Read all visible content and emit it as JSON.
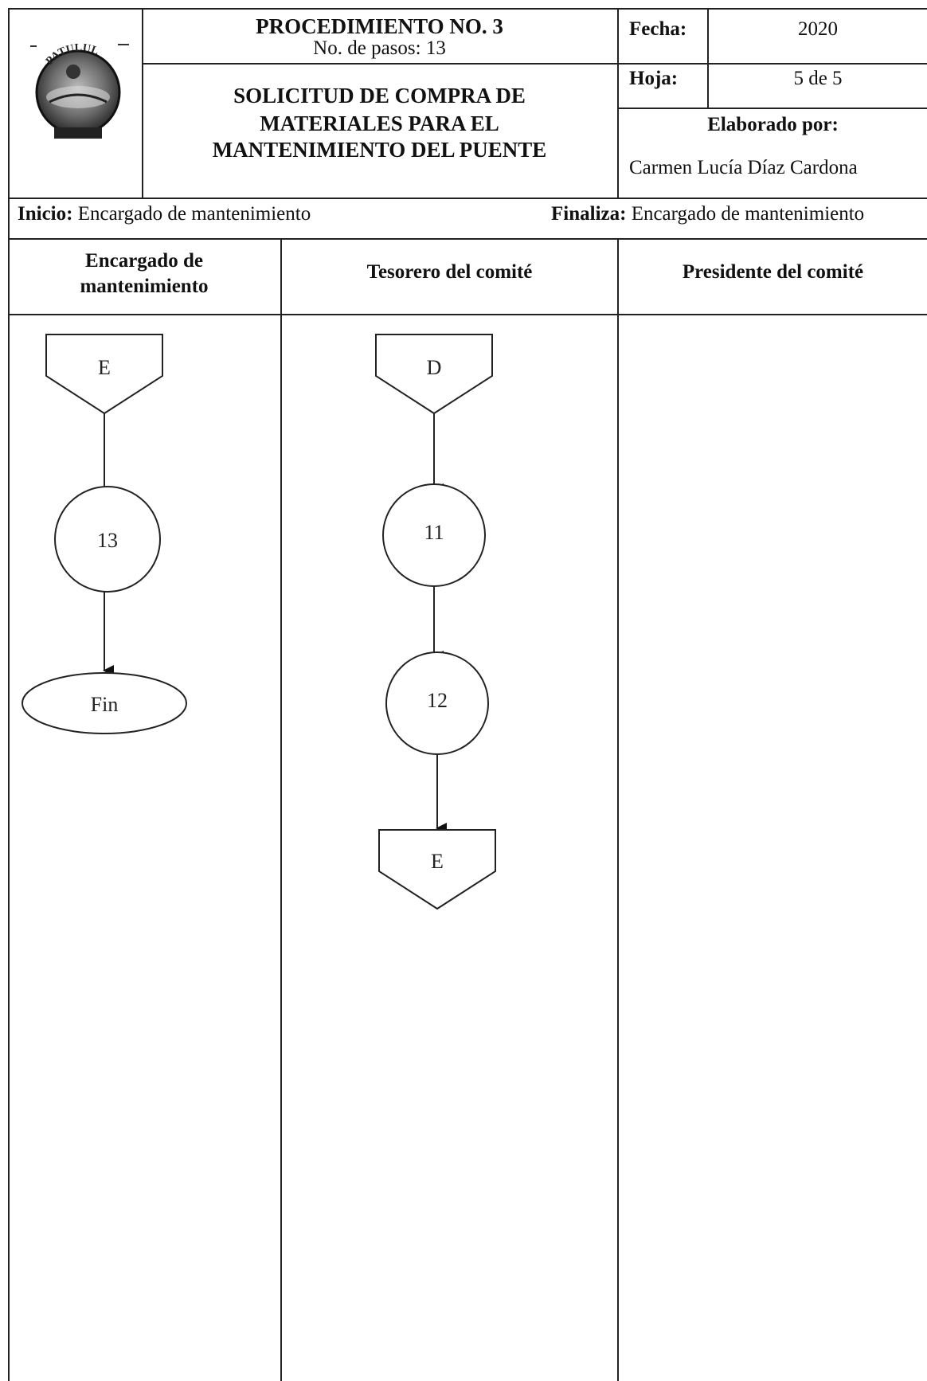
{
  "header": {
    "procedure_title": "PROCEDIMIENTO NO. 3",
    "steps_count": "No. de pasos: 13",
    "doc_title_line1": "SOLICITUD DE COMPRA DE",
    "doc_title_line2": "MATERIALES PARA EL",
    "doc_title_line3": "MANTENIMIENTO DEL PUENTE",
    "date_label": "Fecha:",
    "date_value": "2020",
    "sheet_label": "Hoja:",
    "sheet_value": "5 de 5",
    "author_label": "Elaborado por:",
    "author_value": "Carmen Lucía Díaz Cardona",
    "logo_text": "PATULUL"
  },
  "bounds": {
    "start_label": "Inicio:",
    "start_value": "Encargado de mantenimiento",
    "end_label": "Finaliza:",
    "end_value": "Encargado de mantenimiento"
  },
  "lanes": {
    "lane1_line1": "Encargado de",
    "lane1_line2": "mantenimiento",
    "lane2": "Tesorero del comité",
    "lane3": "Presidente del comité"
  },
  "nodes": {
    "connector_in_lane1": "E",
    "step_13": "13",
    "end_terminal": "Fin",
    "connector_in_lane2": "D",
    "step_11": "11",
    "step_12": "12",
    "connector_out_lane2": "E"
  }
}
